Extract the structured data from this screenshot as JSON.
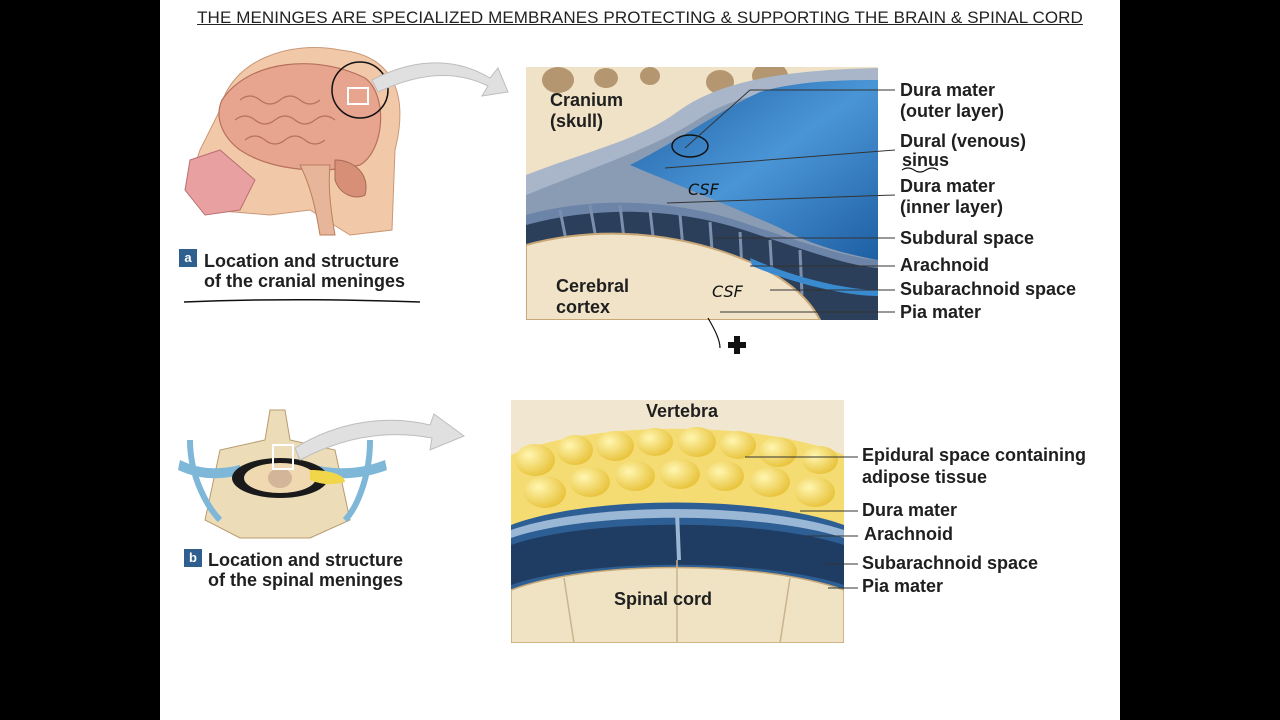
{
  "slide": {
    "title": "THE MENINGES ARE SPECIALIZED MEMBRANES PROTECTING  & SUPPORTING THE BRAIN & SPINAL CORD"
  },
  "panel_a": {
    "badge": "a",
    "caption_line1": "Location and structure",
    "caption_line2": "of the cranial meninges",
    "region_labels": {
      "cranium_line1": "Cranium",
      "cranium_line2": "(skull)",
      "cortex_line1": "Cerebral",
      "cortex_line2": "cortex"
    },
    "labels": [
      "Dura mater",
      "(outer layer)",
      "Dural (venous)",
      "sinus",
      "Dura mater",
      "(inner layer)",
      "Subdural space",
      "Arachnoid",
      "Subarachnoid space",
      "Pia mater"
    ],
    "handwritten": [
      "CSF",
      "CSF"
    ]
  },
  "panel_b": {
    "badge": "b",
    "caption_line1": "Location and structure",
    "caption_line2": "of the spinal meninges",
    "region_labels": {
      "vertebra": "Vertebra",
      "spinal_cord": "Spinal cord"
    },
    "labels": [
      "Epidural space containing",
      "adipose tissue",
      "Dura mater",
      "Arachnoid",
      "Subarachnoid space",
      "Pia mater"
    ]
  },
  "colors": {
    "dura_blue": "#2f73b8",
    "bone": "#e8d3a8",
    "fat_yellow": "#f2d64a",
    "caption_badge": "#2f5f8f"
  }
}
